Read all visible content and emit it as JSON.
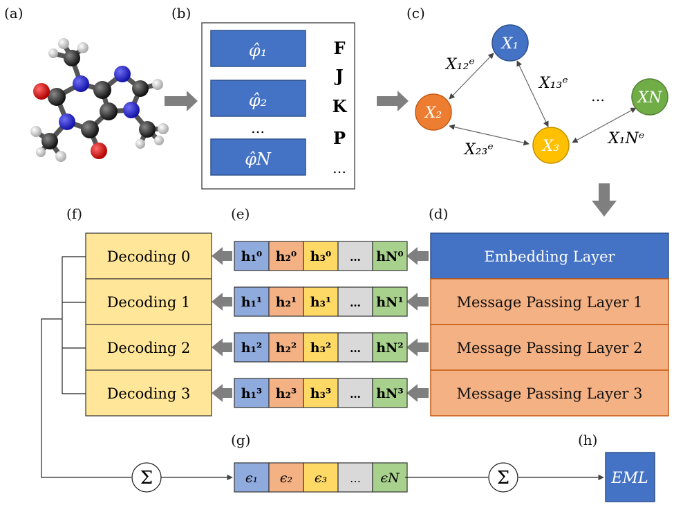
{
  "panels": {
    "a": "(a)",
    "b": "(b)",
    "c": "(c)",
    "d": "(d)",
    "e": "(e)",
    "f": "(f)",
    "g": "(g)",
    "h": "(h)"
  },
  "panel_b": {
    "orbitals": [
      "φ̂₁",
      "φ̂₂",
      "φ̂N"
    ],
    "ellipsis": "…",
    "matrices": [
      "F",
      "J",
      "K",
      "P",
      "…"
    ]
  },
  "panel_c": {
    "nodes": [
      {
        "label": "X₁",
        "color": "#4472c4"
      },
      {
        "label": "X₂",
        "color": "#ed7d31"
      },
      {
        "label": "X₃",
        "color": "#ffc000"
      },
      {
        "label": "XN",
        "color": "#70ad47"
      }
    ],
    "edges": [
      "X₁₂ᵉ",
      "X₁₃ᵉ",
      "X₂₃ᵉ",
      "X₁Nᵉ"
    ],
    "ellipsis": "…"
  },
  "layers": [
    "Embedding Layer",
    "Message Passing Layer 1",
    "Message Passing Layer 2",
    "Message Passing Layer 3"
  ],
  "decodings": [
    "Decoding 0",
    "Decoding 1",
    "Decoding 2",
    "Decoding 3"
  ],
  "hidden_rows": [
    [
      "h₁⁰",
      "h₂⁰",
      "h₃⁰",
      "…",
      "hN⁰"
    ],
    [
      "h₁¹",
      "h₂¹",
      "h₃¹",
      "…",
      "hN¹"
    ],
    [
      "h₁²",
      "h₂²",
      "h₃²",
      "…",
      "hN²"
    ],
    [
      "h₁³",
      "h₂³",
      "h₃³",
      "…",
      "hN³"
    ]
  ],
  "energies": [
    "ϵ₁",
    "ϵ₂",
    "ϵ₃",
    "…",
    "ϵN"
  ],
  "sum_symbol": "Σ",
  "output": "EML",
  "colors": {
    "blue": "#4472c4",
    "light_blue": "#8faadc",
    "orange": "#f4b183",
    "salmon": "#f4b183",
    "yellow": "#ffd966",
    "gray": "#d9d9d9",
    "green": "#a9d18e",
    "decoding": "#ffe699",
    "arrow": "#7f7f7f"
  }
}
